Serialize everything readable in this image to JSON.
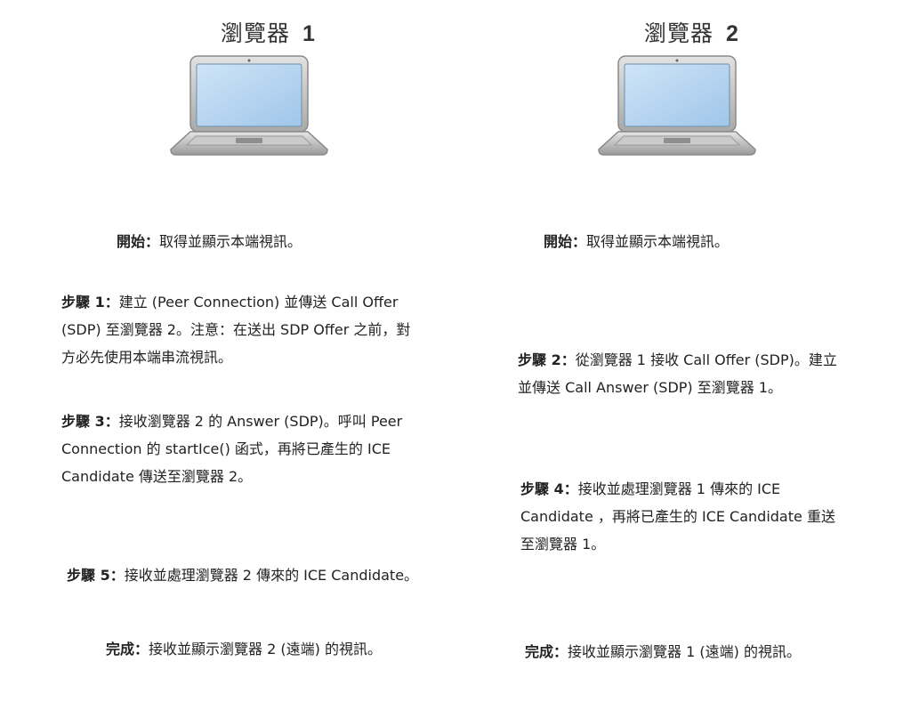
{
  "browser1": {
    "name": "瀏覽器",
    "number": "1"
  },
  "browser2": {
    "name": "瀏覽器",
    "number": "2"
  },
  "left": {
    "start": {
      "label": "開始：",
      "lines": [
        "取得並顯示本端視訊。"
      ]
    },
    "step1": {
      "label": "步驟 1：",
      "lines": [
        "建立 (Peer Connection) 並傳送 Call Offer",
        "(SDP) 至瀏覽器 2。注意：在送出 SDP Offer 之前，對",
        "方必先使用本端串流視訊。"
      ]
    },
    "step3": {
      "label": "步驟 3：",
      "lines": [
        "接收瀏覽器 2 的 Answer (SDP)。呼叫 Peer",
        "Connection 的 startIce() 函式，再將已產生的 ICE",
        "Candidate 傳送至瀏覽器 2。"
      ]
    },
    "step5": {
      "label": "步驟 5：",
      "lines": [
        "接收並處理瀏覽器 2 傳來的 ICE Candidate。"
      ]
    },
    "done": {
      "label": "完成：",
      "lines": [
        "接收並顯示瀏覽器 2 (遠端) 的視訊。"
      ]
    }
  },
  "right": {
    "start": {
      "label": "開始：",
      "lines": [
        "取得並顯示本端視訊。"
      ]
    },
    "step2": {
      "label": "步驟 2：",
      "lines": [
        "從瀏覽器 1 接收 Call Offer (SDP)。建立",
        "並傳送 Call Answer (SDP) 至瀏覽器 1。"
      ]
    },
    "step4": {
      "label": "步驟 4：",
      "lines": [
        "接收並處理瀏覽器 1 傳來的 ICE",
        "Candidate ，再將已產生的 ICE Candidate 重送",
        "至瀏覽器 1。"
      ]
    },
    "done": {
      "label": "完成：",
      "lines": [
        "接收並顯示瀏覽器 1 (遠端) 的視訊。"
      ]
    }
  }
}
